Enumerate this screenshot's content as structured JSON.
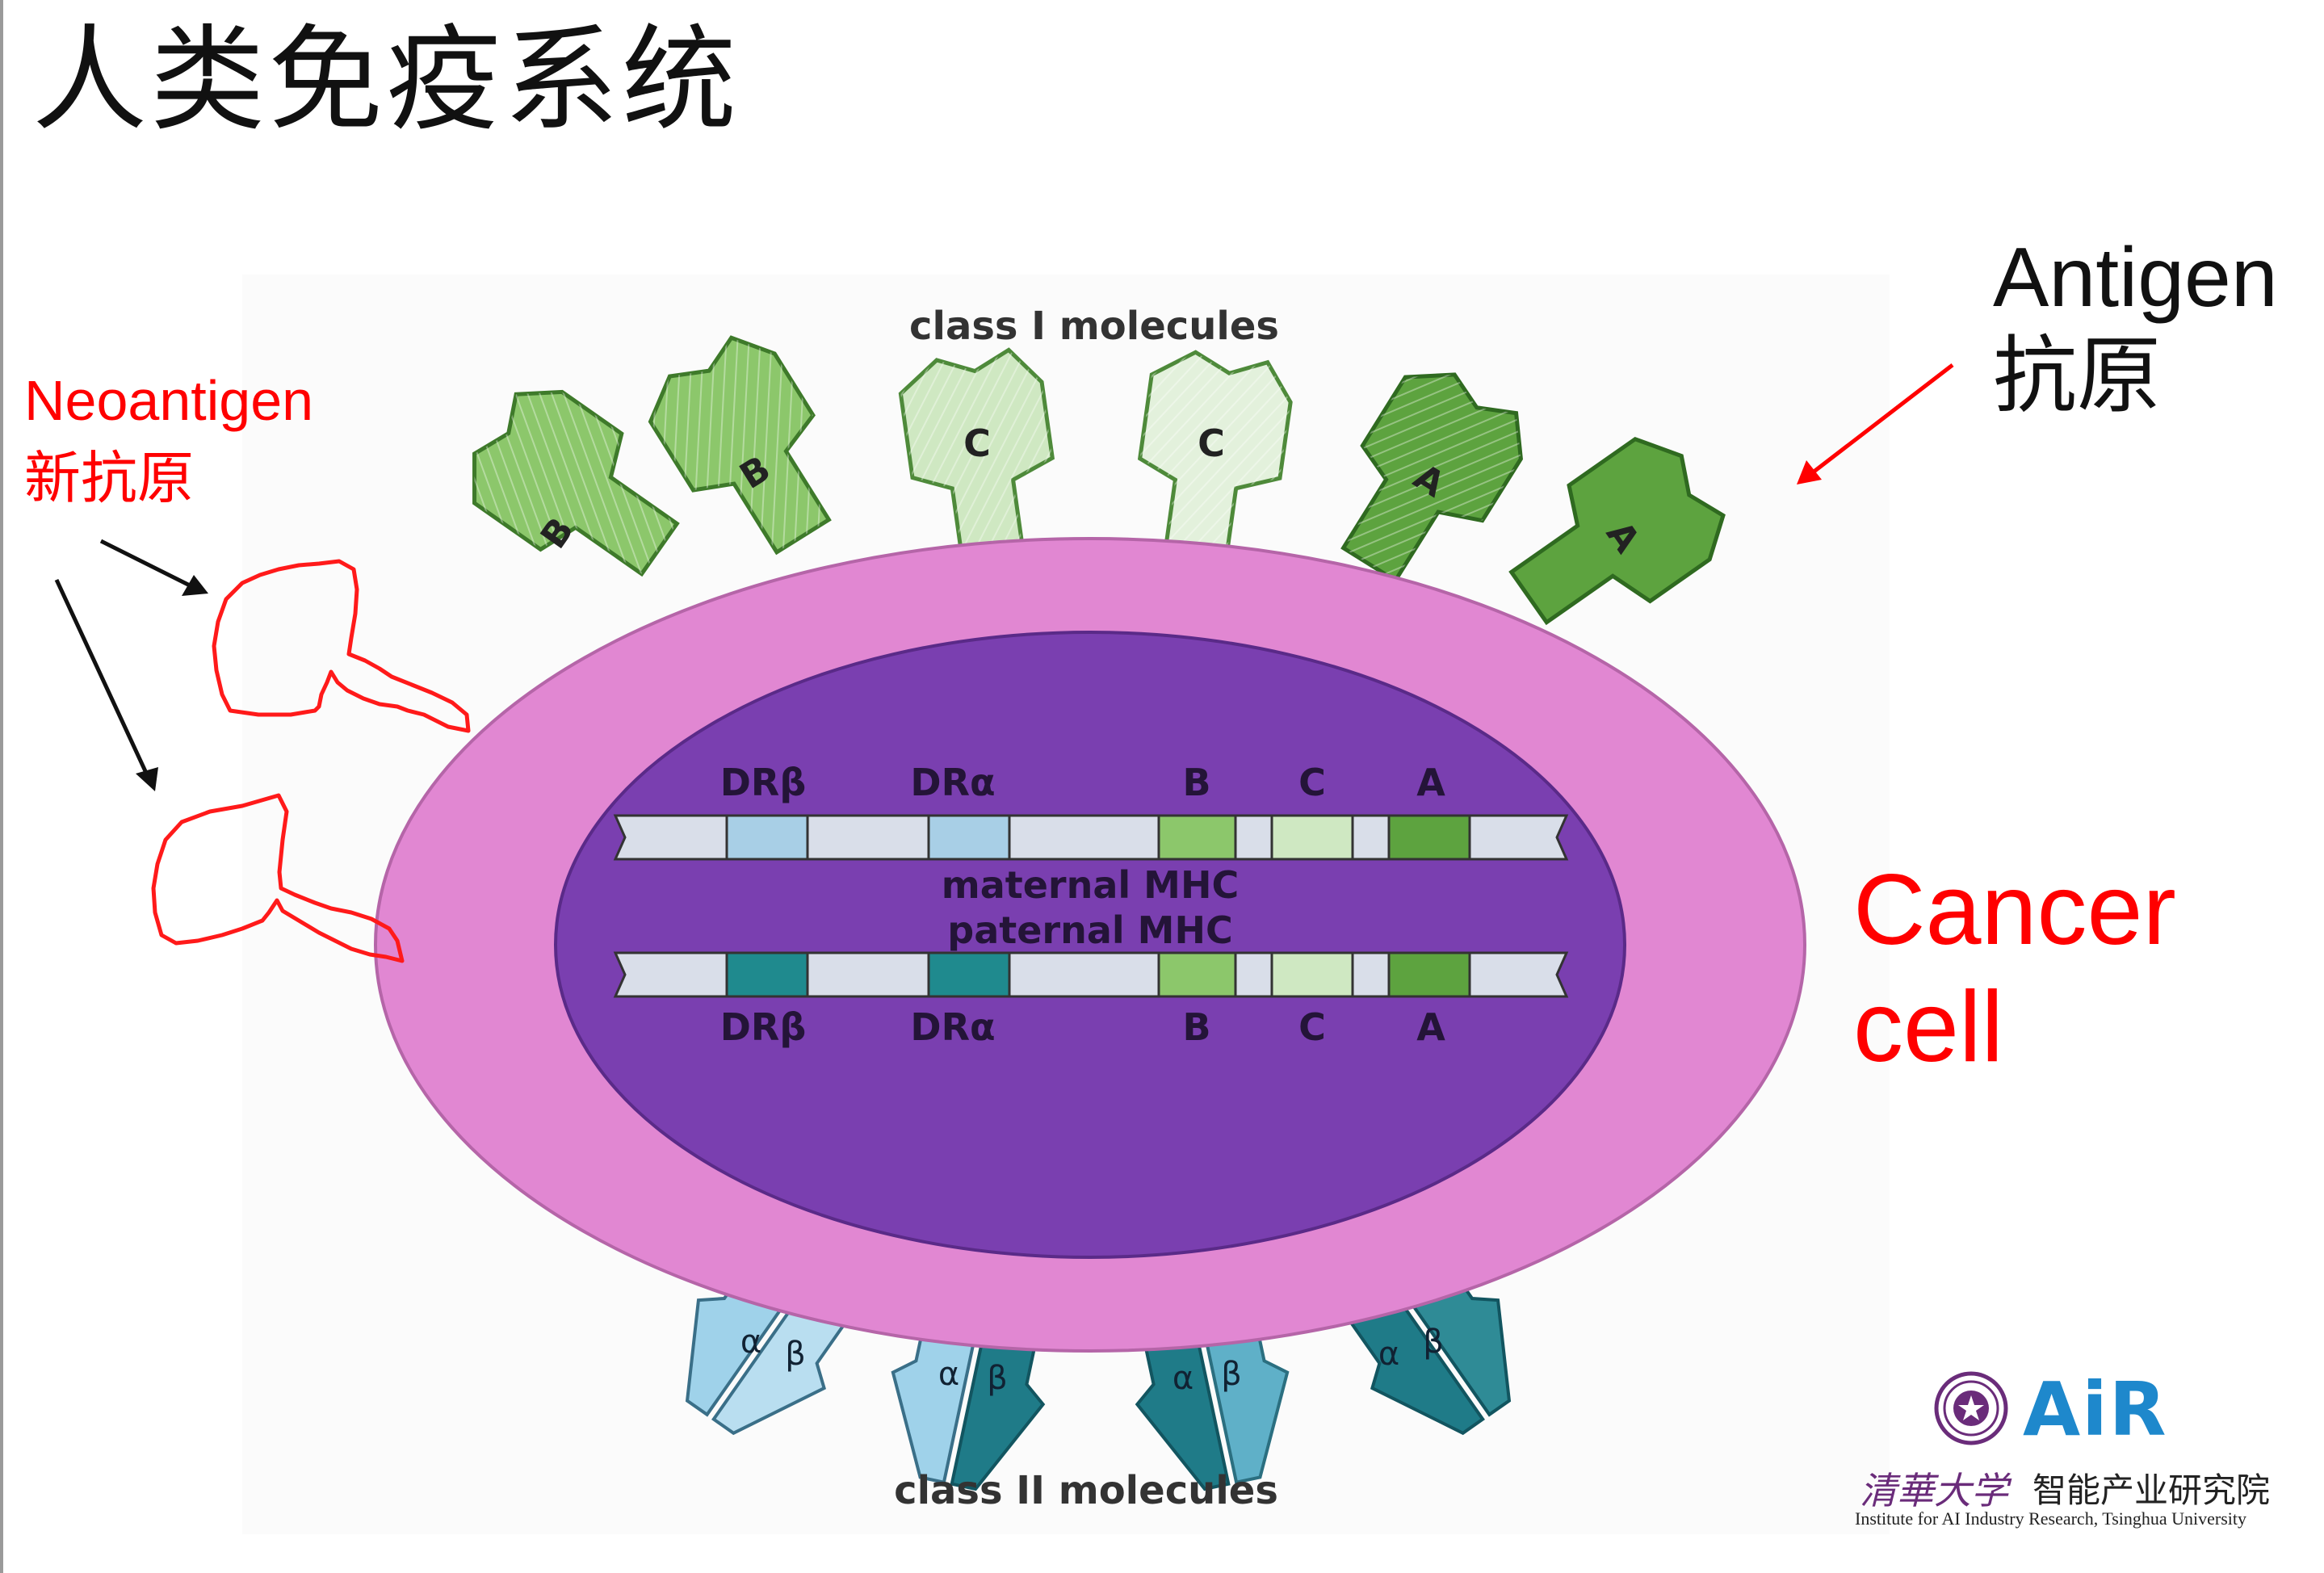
{
  "title": "人类免疫系统",
  "diagram": {
    "top_label": "class I molecules",
    "bottom_label": "class II molecules",
    "class1_molecules": [
      "B",
      "B",
      "C",
      "C",
      "A",
      "A"
    ],
    "class2_chain_labels": [
      "α",
      "β"
    ],
    "band_top_labels": [
      "DRβ",
      "DRα",
      "B",
      "C",
      "A"
    ],
    "band_bottom_labels": [
      "DRβ",
      "DRα",
      "B",
      "C",
      "A"
    ],
    "maternal_label": "maternal MHC",
    "paternal_label": "paternal MHC",
    "colors": {
      "outer_membrane": "#e187d2",
      "nucleus": "#7a3fb0",
      "green_dark": "#5da33f",
      "green_mid": "#8cc76b",
      "green_light": "#cfe8c2",
      "class2_light": "#9fd2ea",
      "class2_dark": "#1f7b88",
      "band_bg": "#d9dee9",
      "annotation_red": "#ff0000"
    }
  },
  "annotations": {
    "neoantigen_en": "Neoantigen",
    "neoantigen_cn": "新抗原",
    "antigen_en": "Antigen",
    "antigen_cn": "抗原",
    "cancer_line1": "Cancer",
    "cancer_line2": "cell"
  },
  "logo": {
    "air": "AiR",
    "university_cn": "清華大学",
    "institute_cn": "智能产业研究院",
    "institute_en": "Institute for AI Industry Research,  Tsinghua University",
    "seal_icon": "tsinghua-seal-icon"
  }
}
